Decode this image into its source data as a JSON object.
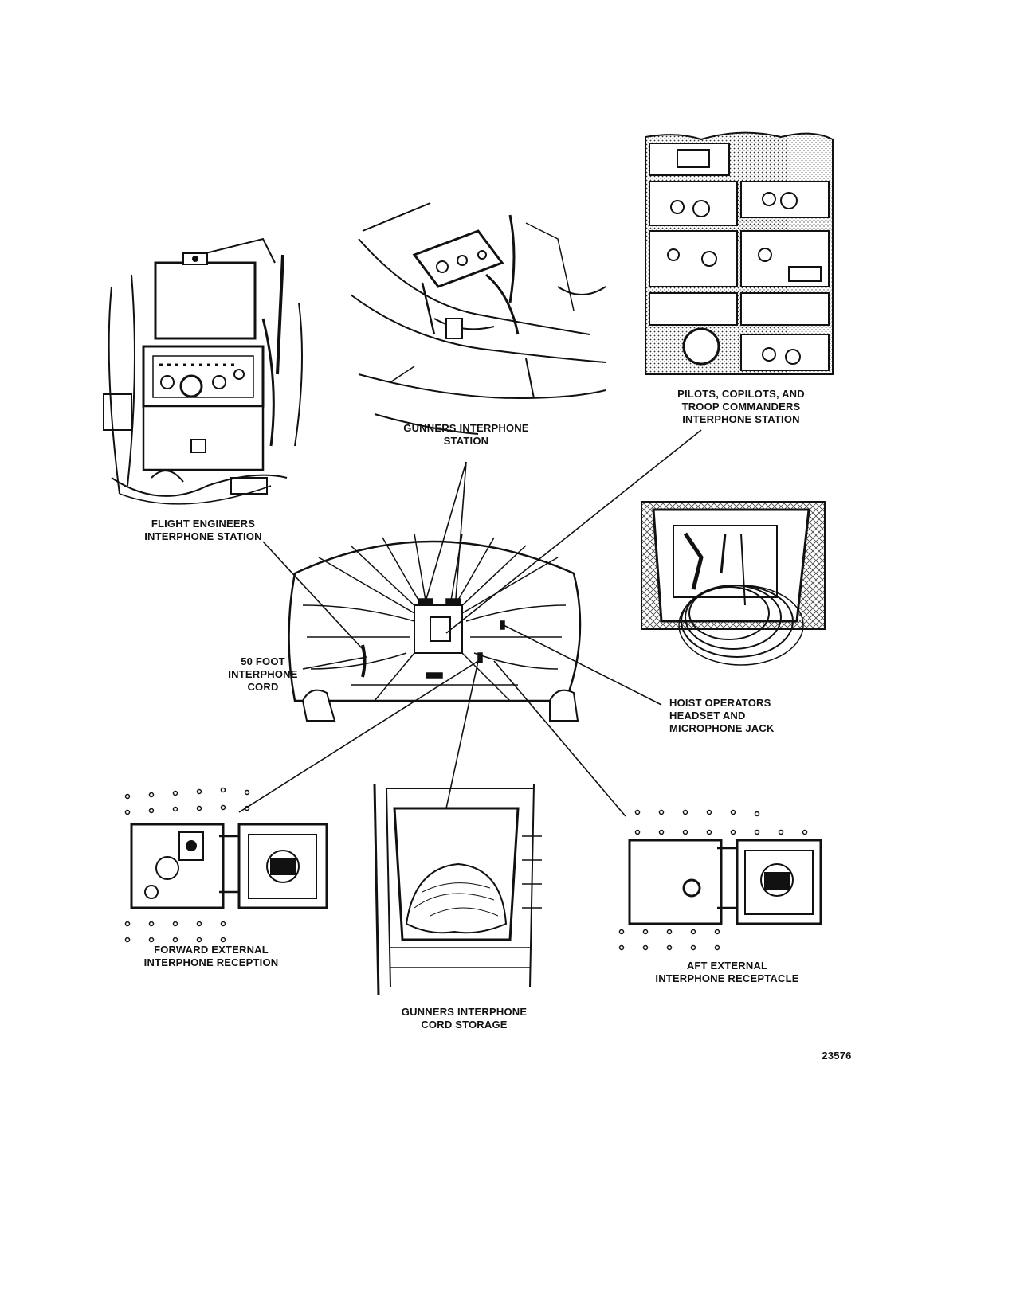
{
  "labels": {
    "gunners_station": [
      "GUNNERS INTERPHONE",
      "STATION"
    ],
    "pilots_station": [
      "PILOTS, COPILOTS, AND",
      "TROOP COMMANDERS",
      "INTERPHONE STATION"
    ],
    "flight_engineers_station": [
      "FLIGHT ENGINEERS",
      "INTERPHONE STATION"
    ],
    "foot_cord": [
      "50 FOOT",
      "INTERPHONE",
      "CORD"
    ],
    "hoist_jack": [
      "HOIST OPERATORS",
      "HEADSET AND",
      "MICROPHONE JACK"
    ],
    "forward_receptacle": [
      "FORWARD EXTERNAL",
      "INTERPHONE RECEPTION"
    ],
    "aft_receptacle": [
      "AFT EXTERNAL",
      "INTERPHONE RECEPTACLE"
    ],
    "cord_storage": [
      "GUNNERS INTERPHONE",
      "CORD STORAGE"
    ]
  },
  "figure_number": "23576"
}
